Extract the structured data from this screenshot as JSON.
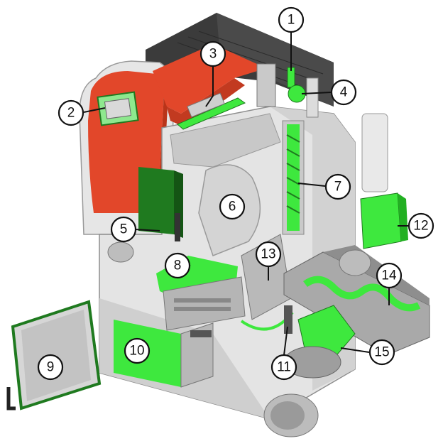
{
  "colors": {
    "background": "#ffffff",
    "boiler_red": "#e2472a",
    "highlight_green": "#3ee83e",
    "dark_green": "#1f7a1f",
    "metal_light": "#e4e4e4",
    "metal_mid": "#bdbdbd",
    "metal_dark": "#8e8e8e",
    "top_dark": "#3b3b3b",
    "outline": "#111111"
  },
  "callouts": [
    {
      "id": "c1",
      "label": "1"
    },
    {
      "id": "c2",
      "label": "2"
    },
    {
      "id": "c3",
      "label": "3"
    },
    {
      "id": "c4",
      "label": "4"
    },
    {
      "id": "c5",
      "label": "5"
    },
    {
      "id": "c6",
      "label": "6"
    },
    {
      "id": "c7",
      "label": "7"
    },
    {
      "id": "c8",
      "label": "8"
    },
    {
      "id": "c9",
      "label": "9"
    },
    {
      "id": "c10",
      "label": "10"
    },
    {
      "id": "c11",
      "label": "11"
    },
    {
      "id": "c12",
      "label": "12"
    },
    {
      "id": "c13",
      "label": "13"
    },
    {
      "id": "c14",
      "label": "14"
    },
    {
      "id": "c15",
      "label": "15"
    }
  ]
}
